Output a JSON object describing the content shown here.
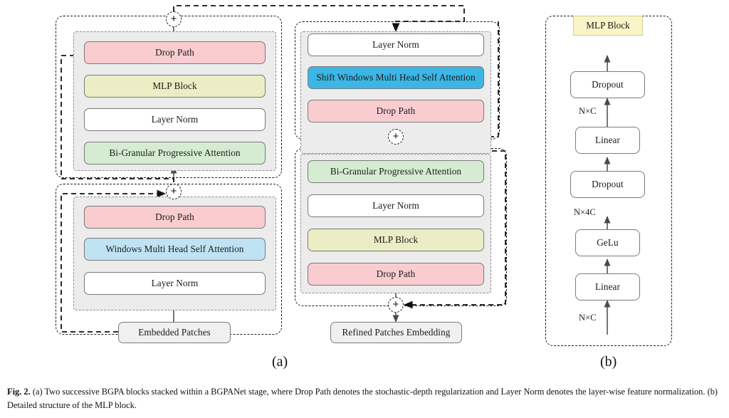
{
  "figure": {
    "label": "Fig. 2.",
    "caption": "(a) Two successive BGPA blocks stacked within a BGPANet stage, where Drop Path denotes the stochastic-depth regularization and Layer Norm denotes the layer-wise feature normalization. (b) Detailed structure of the MLP block.",
    "sublabel_a": "(a)",
    "sublabel_b": "(b)"
  },
  "colors": {
    "drop_path": "#f9ccd0",
    "mlp_block": "#ecedc4",
    "layer_norm": "#ffffff",
    "bgpa": "#d6ecd2",
    "wmsa": "#bfe3f2",
    "swmsa": "#3bb6e5",
    "terminal": "#f0f0f0",
    "panel": "#ececec",
    "chip": "#faf4c8"
  },
  "panel_a": {
    "block1": {
      "sub_upper": [
        {
          "label": "Drop Path",
          "color": "drop_path"
        },
        {
          "label": "MLP Block",
          "color": "mlp_block"
        },
        {
          "label": "Layer Norm",
          "color": "layer_norm"
        },
        {
          "label": "Bi-Granular Progressive Attention",
          "color": "bgpa"
        }
      ],
      "sub_lower": [
        {
          "label": "Drop Path",
          "color": "drop_path"
        },
        {
          "label": "Windows Multi Head Self Attention",
          "color": "wmsa"
        },
        {
          "label": "Layer Norm",
          "color": "layer_norm"
        }
      ],
      "input": "Embedded Patches",
      "adders": [
        "+",
        "+"
      ]
    },
    "block2": {
      "sub_upper": [
        {
          "label": "Layer Norm",
          "color": "layer_norm"
        },
        {
          "label": "Shift Windows Multi Head Self Attention",
          "color": "swmsa"
        },
        {
          "label": "Drop Path",
          "color": "drop_path"
        }
      ],
      "sub_lower": [
        {
          "label": "Bi-Granular Progressive Attention",
          "color": "bgpa"
        },
        {
          "label": "Layer Norm",
          "color": "layer_norm"
        },
        {
          "label": "MLP Block",
          "color": "mlp_block"
        },
        {
          "label": "Drop Path",
          "color": "drop_path"
        }
      ],
      "output": "Refined Patches Embedding",
      "adders": [
        "+",
        "+"
      ]
    }
  },
  "panel_b": {
    "title": "MLP Block",
    "nodes": [
      {
        "label": "Dropout"
      },
      {
        "label": "Linear"
      },
      {
        "label": "Dropout"
      },
      {
        "label": "GeLu"
      },
      {
        "label": "Linear"
      }
    ],
    "dims": [
      "N×C",
      "N×4C",
      "N×C"
    ]
  }
}
